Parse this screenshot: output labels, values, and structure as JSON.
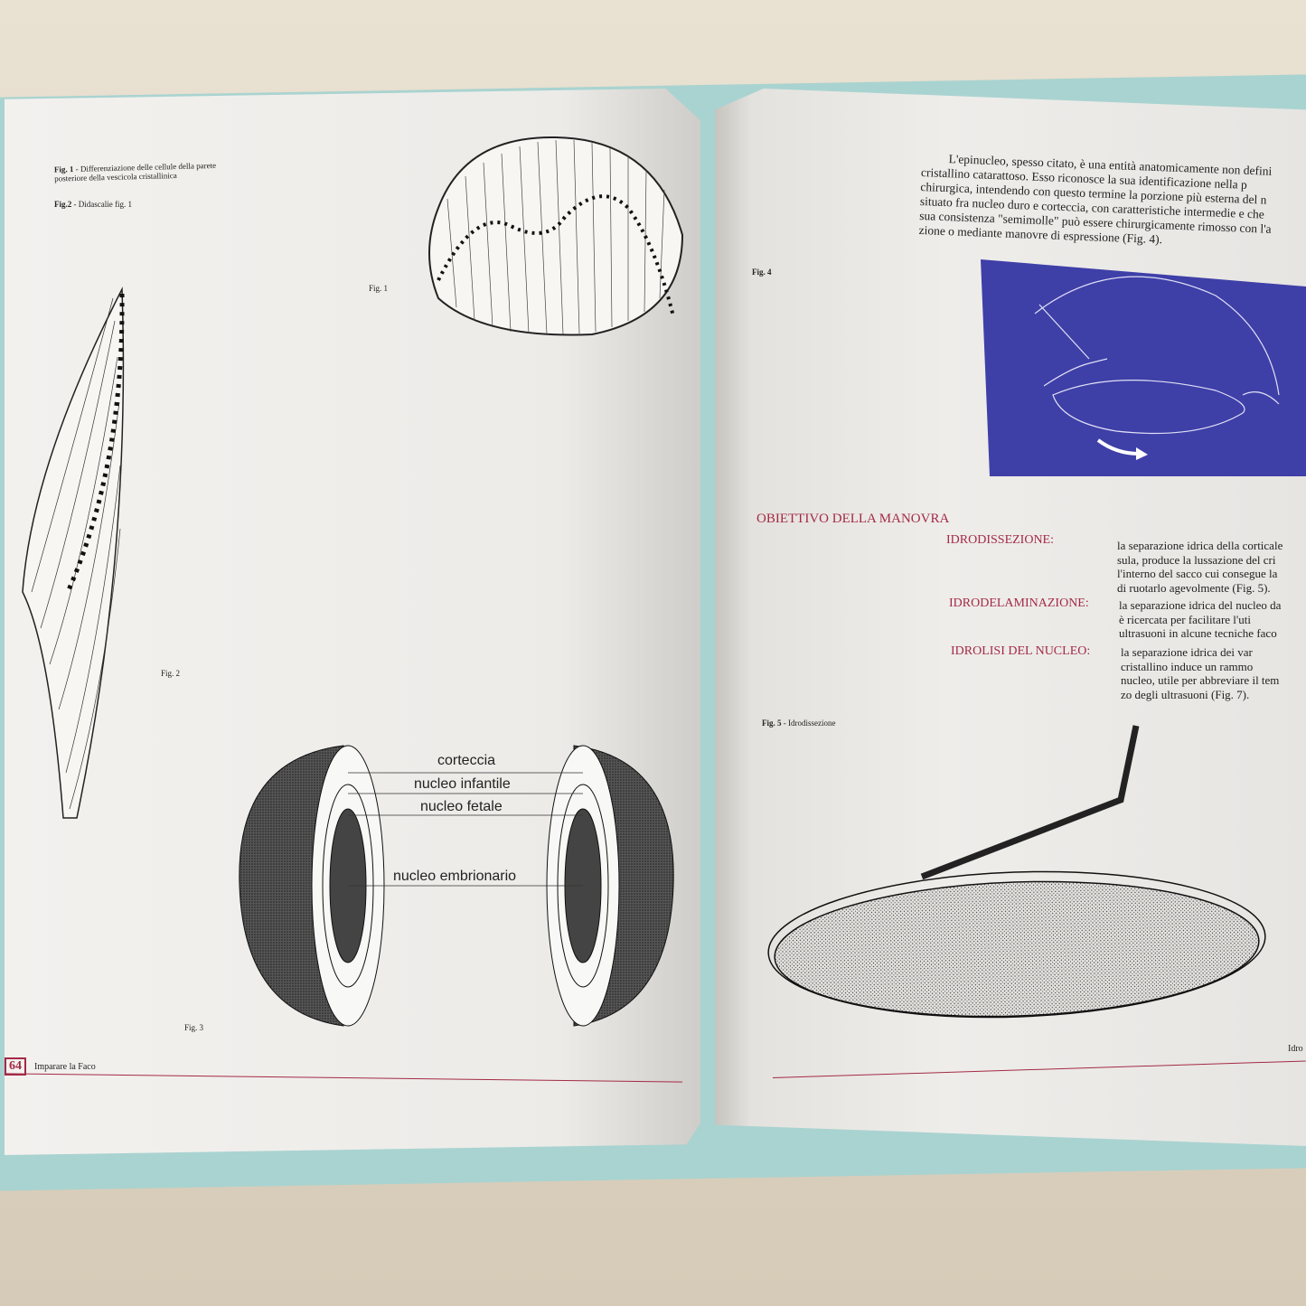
{
  "left_page": {
    "fig1_caption_bold": "Fig. 1",
    "fig1_caption": " - Differenziazione delle cellule della parete posteriore della vescicola cristallinica",
    "fig2_caption_bold": "Fig.2",
    "fig2_caption": " - Didascalie fig. 1",
    "fig1_label": "Fig. 1",
    "fig2_label": "Fig. 2",
    "fig3_label": "Fig. 3",
    "fig3_labels": [
      "corteccia",
      "nucleo infantile",
      "nucleo fetale",
      "nucleo embrionario"
    ],
    "page_number": "64",
    "running_title": "Imparare la Faco"
  },
  "right_page": {
    "paragraph_lines": [
      "L'epinucleo, spesso citato, è una entità anatomicamente non defini",
      "cristallino catarattoso. Esso riconosce la sua identificazione nella p",
      "chirurgica, intendendo con questo termine la porzione più esterna del n",
      "situato fra nucleo duro e corteccia, con caratteristiche intermedie e che",
      "sua consistenza \"semimolle\" può essere chirurgicamente rimosso con l'a",
      "zione o mediante manovre di espressione (Fig. 4)."
    ],
    "fig4_label": "Fig. 4",
    "section_title": "OBIETTIVO DELLA MANOVRA",
    "definitions": [
      {
        "term": "IDRODISSEZIONE:",
        "lines": [
          "la separazione idrica della corticale",
          "sula, produce la lussazione del cri",
          "l'interno del sacco cui consegue la",
          "di ruotarlo agevolmente (Fig. 5)."
        ]
      },
      {
        "term": "IDRODELAMINAZIONE:",
        "lines": [
          "la separazione idrica del nucleo da",
          "è ricercata per facilitare l'uti",
          "ultrasuoni in alcune tecniche faco"
        ]
      },
      {
        "term": "IDROLISI DEL NUCLEO:",
        "lines": [
          "la separazione idrica dei var",
          "cristallino induce un rammo",
          "nucleo, utile per abbreviare il tem",
          "zo degli ultrasuoni (Fig. 7)."
        ]
      }
    ],
    "fig5_caption_bold": "Fig. 5",
    "fig5_caption": " - Idrodissezione",
    "running_title": "Idro"
  },
  "colors": {
    "accent": "#a42a45",
    "fig4_background": "#3f3fa8",
    "cover": "#a9d3d0"
  }
}
